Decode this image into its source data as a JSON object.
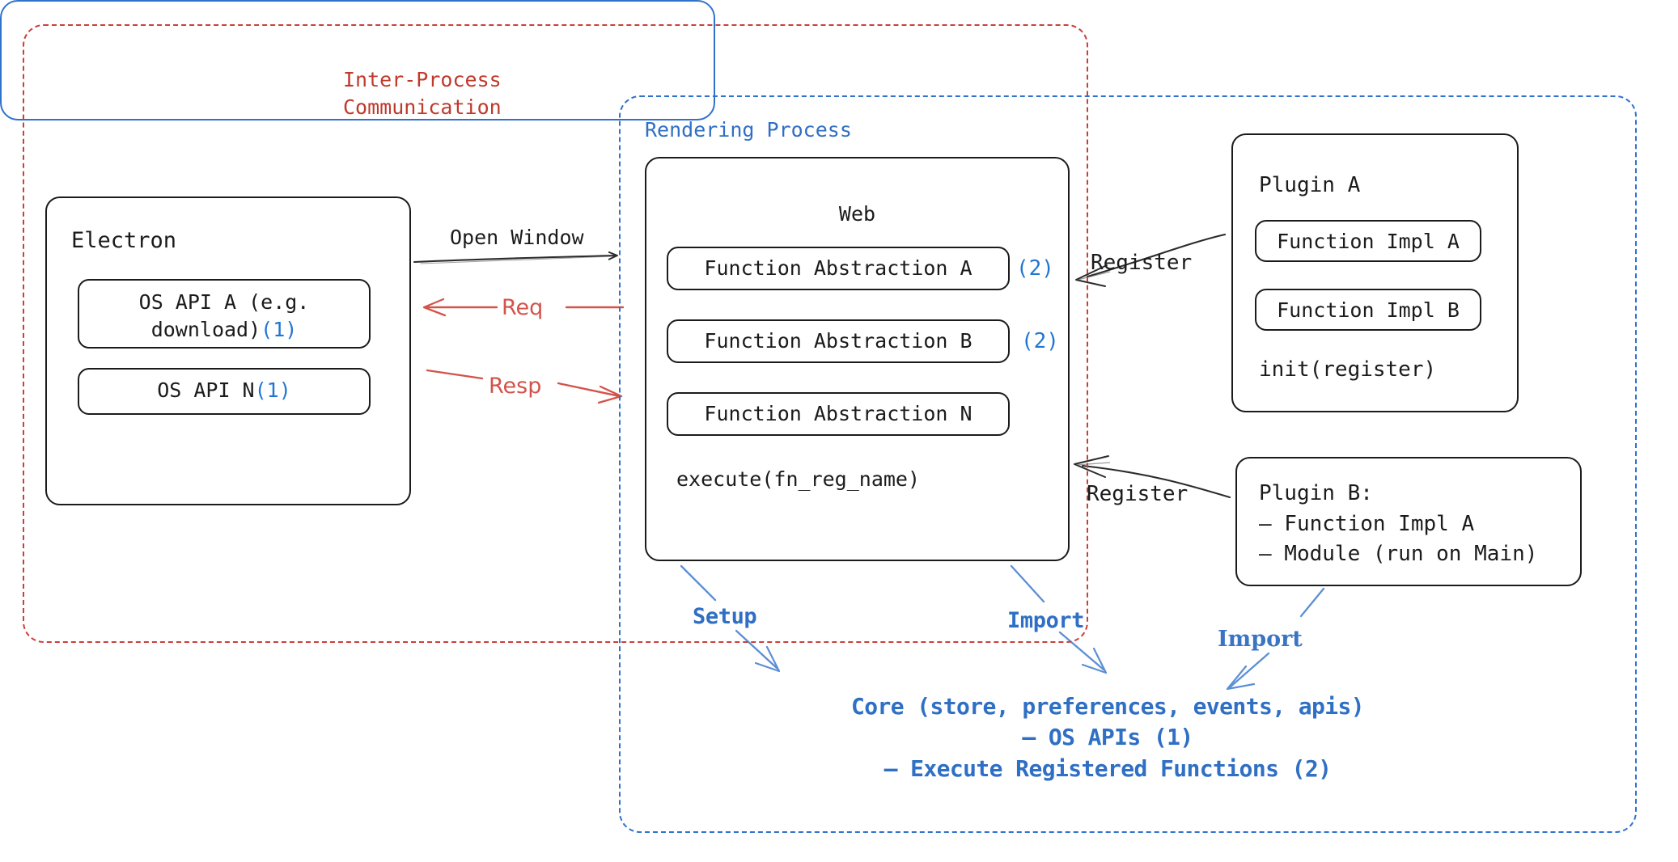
{
  "diagram": {
    "title_hidden": "Electron plugin architecture",
    "colors": {
      "ipc_red": "#c0392b",
      "render_blue": "#2f6fc4",
      "badge_blue": "#2176d2",
      "arrow_red": "#d2534a",
      "ink": "#1b1b1b",
      "background": "#ffffff"
    }
  },
  "containers": {
    "ipc": {
      "label": "Inter-Process\nCommunication",
      "style": "dashed",
      "color": "#c0392b"
    },
    "rendering": {
      "label": "Rendering Process",
      "style": "dashed",
      "color": "#2f6fc4"
    }
  },
  "electron": {
    "title": "Electron",
    "apis": [
      {
        "label": "OS API A (e.g.\ndownload)",
        "badge": "(1)"
      },
      {
        "label": "OS API N",
        "badge": "(1)"
      }
    ]
  },
  "web": {
    "title": "Web",
    "abstractions": [
      {
        "label": "Function Abstraction A",
        "badge": "(2)"
      },
      {
        "label": "Function Abstraction B",
        "badge": "(2)"
      },
      {
        "label": "Function Abstraction N",
        "badge": ""
      }
    ],
    "footer": "execute(fn_reg_name)"
  },
  "plugin_a": {
    "title": "Plugin A",
    "functions": [
      {
        "label": "Function Impl A"
      },
      {
        "label": "Function Impl B"
      }
    ],
    "footer": "init(register)"
  },
  "plugin_b": {
    "lines": "Plugin B:\n– Function Impl A\n– Module (run on Main)"
  },
  "core": {
    "lines": "Core (store, preferences, events, apis)\n– OS APIs (1)\n– Execute Registered Functions (2)"
  },
  "arrows": {
    "open_window": "Open Window",
    "req": "Req",
    "resp": "Resp",
    "register_plugin_a": "Register",
    "register_plugin_b": "Register",
    "setup": "Setup",
    "import_web": "Import",
    "import_plugin_b": "Import"
  }
}
